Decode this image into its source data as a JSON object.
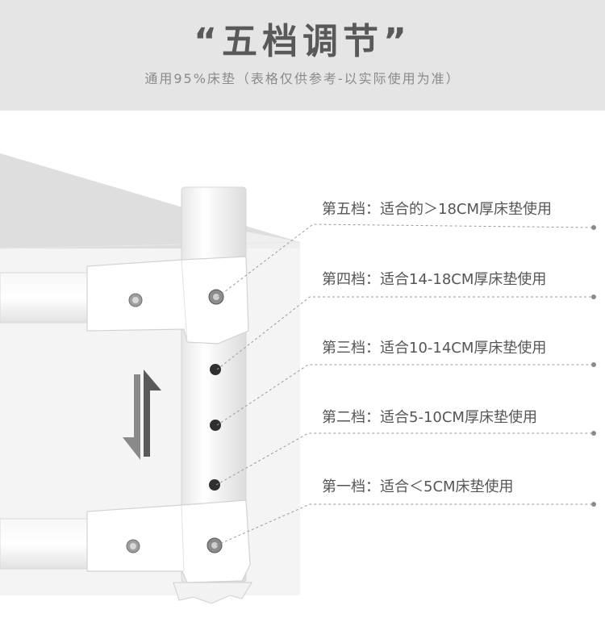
{
  "header": {
    "title": "“五档调节”",
    "subtitle": "通用95%床垫（表格仅供参考-以实际使用为准）"
  },
  "levels": [
    {
      "label": "第五档：适合的＞18CM厚床垫使用"
    },
    {
      "label": "第四档：适合14-18CM厚床垫使用"
    },
    {
      "label": "第三档：适合10-14CM厚床垫使用"
    },
    {
      "label": "第二档：适合5-10CM厚床垫使用"
    },
    {
      "label": "第一档：适合＜5CM床垫使用"
    }
  ],
  "icons": {
    "adjust": "up-down-arrows-icon"
  },
  "colors": {
    "header_bg": "#e5e5e5",
    "title": "#595959",
    "subtitle": "#8a8a8a",
    "label": "#555555",
    "leader_line": "#9a9a9a"
  }
}
